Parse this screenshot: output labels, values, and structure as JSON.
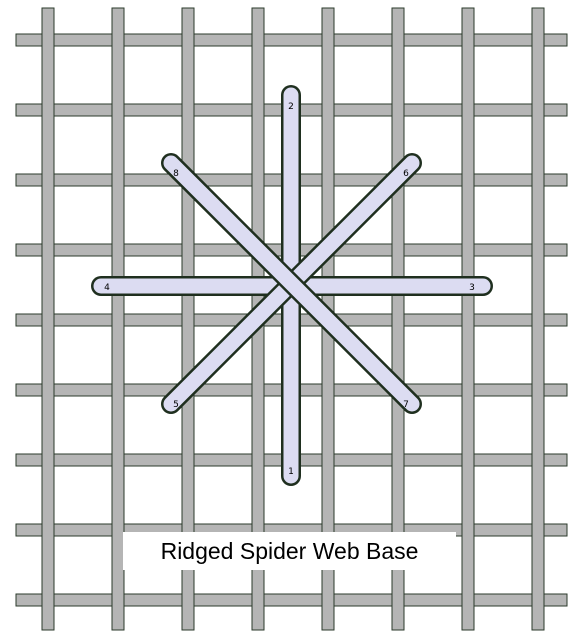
{
  "title": "Ridged Spider Web Base",
  "colors": {
    "background": "#ffffff",
    "canvas_thread": "#b5b5b5",
    "canvas_outline": "#2b3a2b",
    "stitch_fill": "#dcdcf2",
    "stitch_outline": "#1f2f1f"
  },
  "stitch_labels": [
    "1",
    "2",
    "3",
    "4",
    "5",
    "6",
    "7",
    "8"
  ]
}
